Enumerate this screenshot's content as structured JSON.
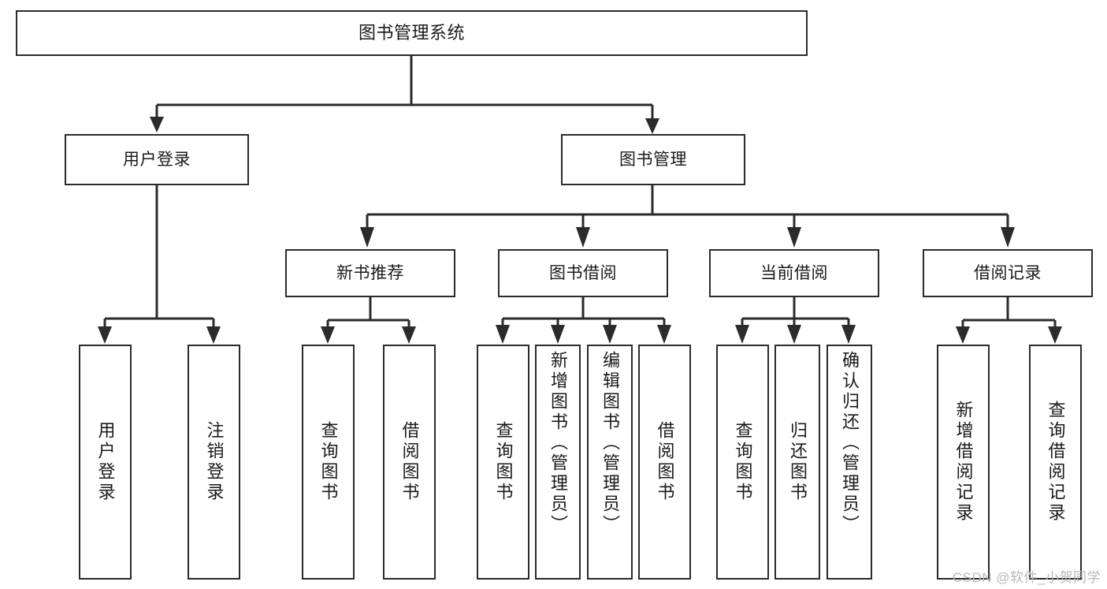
{
  "diagram": {
    "title": "图书管理系统",
    "type": "tree",
    "watermark": "CSDN @软件_小贺同学",
    "colors": {
      "box_border": "#2b2b2b",
      "box_fill": "#ffffff",
      "connector": "#2b2b2b",
      "text": "#1a1a1a",
      "watermark": "#b9b9b9",
      "background": "#ffffff"
    }
  },
  "nodes": {
    "root": {
      "label": "图书管理系统"
    },
    "level2": [
      {
        "id": "user-login",
        "label": "用户登录"
      },
      {
        "id": "book-management",
        "label": "图书管理"
      }
    ],
    "level3": [
      {
        "id": "new-book-recommend",
        "label": "新书推荐"
      },
      {
        "id": "book-borrow",
        "label": "图书借阅"
      },
      {
        "id": "current-borrow",
        "label": "当前借阅"
      },
      {
        "id": "borrow-record",
        "label": "借阅记录"
      }
    ],
    "leaves": {
      "user-login": [
        {
          "id": "leaf-user-login",
          "label": "用户登录"
        },
        {
          "id": "leaf-logout-login",
          "label": "注销登录"
        }
      ],
      "new-book-recommend": [
        {
          "id": "leaf-query-book-1",
          "label": "查询图书"
        },
        {
          "id": "leaf-borrow-book-1",
          "label": "借阅图书"
        }
      ],
      "book-borrow": [
        {
          "id": "leaf-query-book-2",
          "label": "查询图书"
        },
        {
          "id": "leaf-add-book-admin",
          "label": "新增图书（管理员）"
        },
        {
          "id": "leaf-edit-book-admin",
          "label": "编辑图书（管理员）"
        },
        {
          "id": "leaf-borrow-book-2",
          "label": "借阅图书"
        }
      ],
      "current-borrow": [
        {
          "id": "leaf-query-book-3",
          "label": "查询图书"
        },
        {
          "id": "leaf-return-book",
          "label": "归还图书"
        },
        {
          "id": "leaf-confirm-return-admin",
          "label": "确认归还（管理员）"
        }
      ],
      "borrow-record": [
        {
          "id": "leaf-add-borrow-record",
          "label": "新增借阅记录"
        },
        {
          "id": "leaf-query-borrow-record",
          "label": "查询借阅记录"
        }
      ]
    }
  }
}
